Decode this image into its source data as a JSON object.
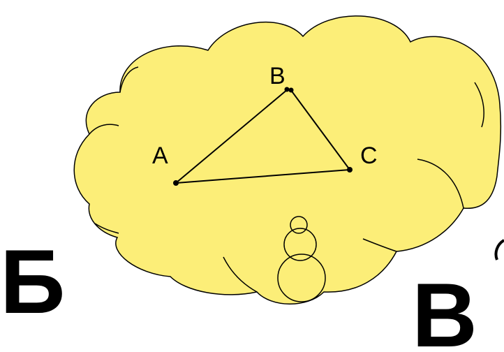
{
  "diagram": {
    "points": {
      "a": "A",
      "b": "B",
      "c": "C"
    },
    "letters": {
      "left": "Б",
      "right": "В"
    },
    "colors": {
      "cloud_fill": "#fcee78",
      "stroke": "#000000",
      "background": "#ffffff"
    }
  }
}
